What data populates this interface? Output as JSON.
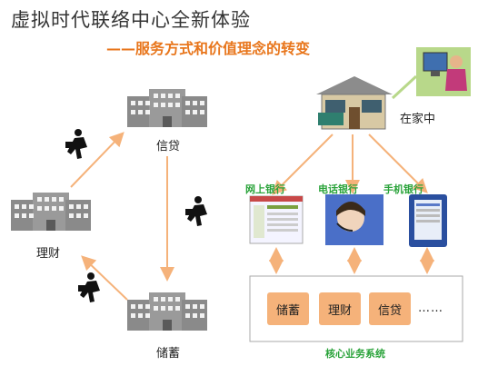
{
  "title": "虚拟时代联络中心全新体验",
  "subtitle": "——服务方式和价值理念的转变",
  "branches": {
    "credit": "信贷",
    "wealth": "理财",
    "savings": "储蓄"
  },
  "home": "在家中",
  "channels": {
    "online": "网上银行",
    "phone": "电话银行",
    "mobile": "手机银行"
  },
  "core": {
    "items": [
      "储蓄",
      "理财",
      "信贷"
    ],
    "more": "……",
    "caption": "核心业务系统"
  },
  "colors": {
    "arrow": "#f5b27a",
    "accent": "#e8761c",
    "channel": "#2aa33a",
    "building": "#7a7a7a"
  }
}
